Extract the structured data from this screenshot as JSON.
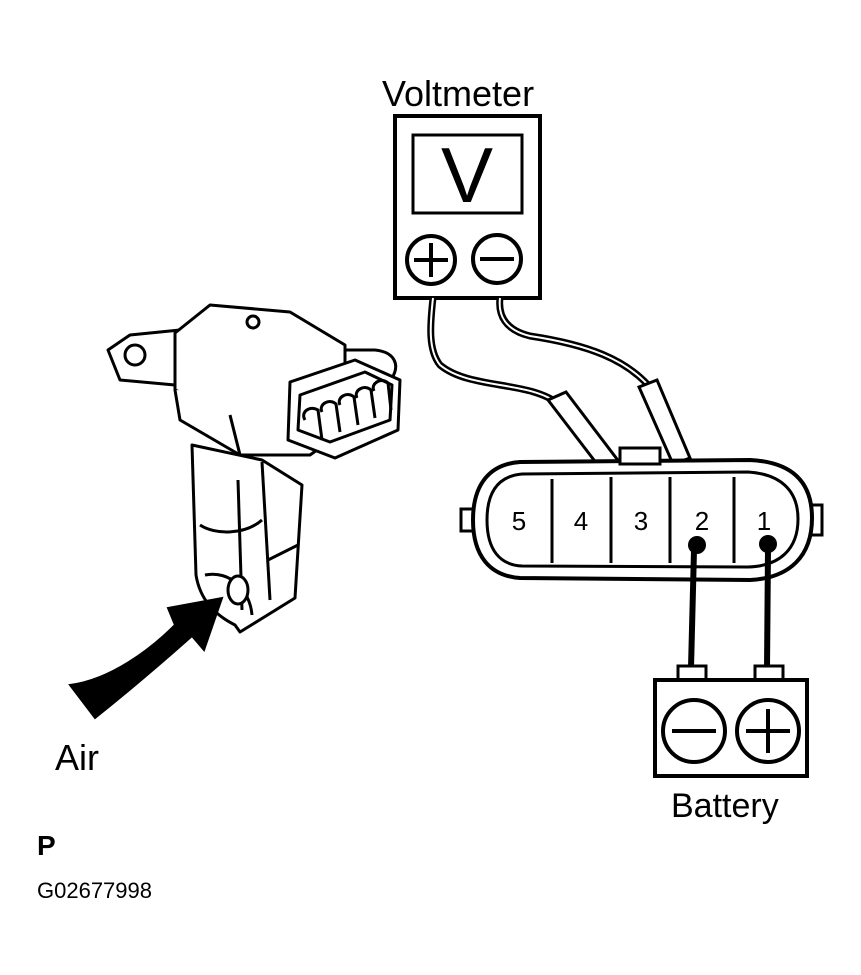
{
  "labels": {
    "voltmeter": "Voltmeter",
    "voltmeter_symbol": "V",
    "battery": "Battery",
    "air": "Air",
    "corner_letter": "P",
    "figure_code": "G02677998"
  },
  "connector": {
    "terminals": [
      "5",
      "4",
      "3",
      "2",
      "1"
    ]
  },
  "voltmeter": {
    "terminals": [
      {
        "name": "positive",
        "symbol": "+"
      },
      {
        "name": "negative",
        "symbol": "−"
      }
    ]
  },
  "battery": {
    "terminals": [
      {
        "name": "negative",
        "symbol": "−"
      },
      {
        "name": "positive",
        "symbol": "+"
      }
    ]
  },
  "connections": [
    {
      "from": "voltmeter.positive",
      "to": "connector.3"
    },
    {
      "from": "voltmeter.negative",
      "to": "connector.2"
    },
    {
      "from": "battery.negative",
      "to": "connector.2"
    },
    {
      "from": "battery.positive",
      "to": "connector.1"
    }
  ],
  "colors": {
    "ink": "#000000",
    "paper": "#ffffff"
  }
}
